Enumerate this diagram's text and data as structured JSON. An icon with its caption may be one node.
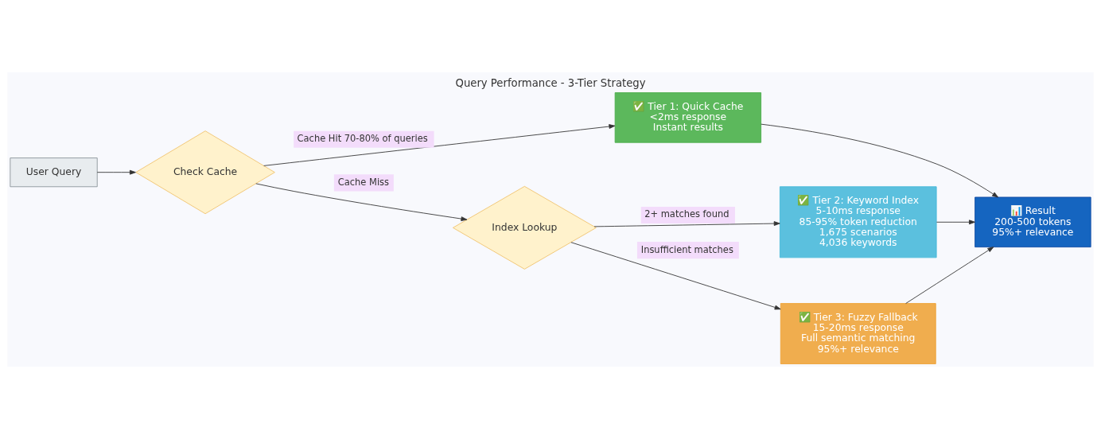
{
  "diagram": {
    "title": "Query Performance - 3-Tier Strategy",
    "nodes": [
      {
        "text": [
          "User Query"
        ]
      },
      {
        "text": [
          "Check Cache"
        ]
      },
      {
        "text": [
          "✅ Tier 1: Quick Cache",
          "<2ms response",
          "Instant results"
        ]
      },
      {
        "text": [
          "Index Lookup"
        ]
      },
      {
        "text": [
          "✅ Tier 2: Keyword Index",
          "5-10ms response",
          "85-95% token reduction",
          "1,675 scenarios",
          "4,036 keywords"
        ]
      },
      {
        "text": [
          "✅ Tier 3: Fuzzy Fallback",
          "15-20ms response",
          "Full semantic matching",
          "95%+ relevance"
        ]
      },
      {
        "text": [
          "📊 Result",
          "200-500 tokens",
          "95%+ relevance"
        ]
      }
    ],
    "edges": [
      {
        "from": 0,
        "to": 1,
        "arrow": "to"
      },
      {
        "from": 1,
        "to": 2,
        "arrow": "to",
        "label": "Cache Hit 70-80% of queries"
      },
      {
        "from": 1,
        "to": 3,
        "arrow": "to",
        "label": "Cache Miss"
      },
      {
        "from": 3,
        "to": 4,
        "arrow": "to",
        "label": "2+ matches found"
      },
      {
        "from": 3,
        "to": 5,
        "arrow": "to",
        "label": "Insufficient matches"
      },
      {
        "from": 2,
        "to": 6,
        "arrow": "to"
      },
      {
        "from": 4,
        "to": 6,
        "arrow": "to"
      },
      {
        "from": 5,
        "to": 6,
        "arrow": "to"
      }
    ]
  }
}
